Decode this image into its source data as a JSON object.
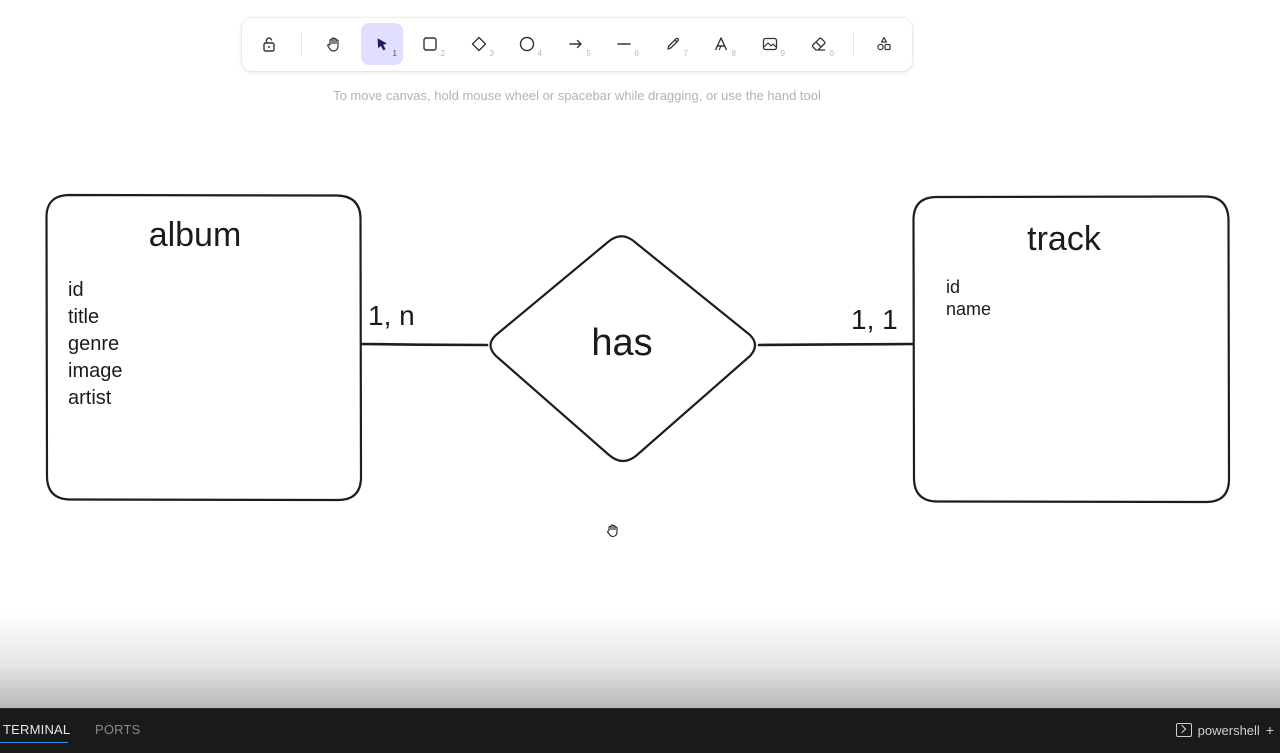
{
  "toolbar": {
    "tools": [
      {
        "name": "lock",
        "key": ""
      },
      {
        "name": "hand",
        "key": ""
      },
      {
        "name": "selection",
        "key": "1"
      },
      {
        "name": "rectangle",
        "key": "2"
      },
      {
        "name": "diamond",
        "key": "3"
      },
      {
        "name": "ellipse",
        "key": "4"
      },
      {
        "name": "arrow",
        "key": "5"
      },
      {
        "name": "line",
        "key": "6"
      },
      {
        "name": "draw",
        "key": "7"
      },
      {
        "name": "text",
        "key": "8"
      },
      {
        "name": "image",
        "key": "9"
      },
      {
        "name": "eraser",
        "key": "0"
      },
      {
        "name": "more-shapes",
        "key": ""
      }
    ],
    "active_tool": "selection"
  },
  "hint": "To move canvas, hold mouse wheel or spacebar while dragging, or use the hand tool",
  "diagram": {
    "entity_left": {
      "title": "album",
      "fields": [
        "id",
        "title",
        "genre",
        "image",
        "artist"
      ]
    },
    "relationship": {
      "label": "has"
    },
    "entity_right": {
      "title": "track",
      "fields": [
        "id",
        "name"
      ]
    },
    "cardinality_left": "1, n",
    "cardinality_right": "1, 1"
  },
  "panel": {
    "tabs": [
      "TERMINAL",
      "PORTS"
    ],
    "active_tab": "TERMINAL",
    "shell": "powershell"
  },
  "colors": {
    "active_tool_bg": "#e0dfff",
    "stroke": "#1e1e1e",
    "panel_bg": "#1a1a1a",
    "tab_underline": "#3a8ee6"
  }
}
